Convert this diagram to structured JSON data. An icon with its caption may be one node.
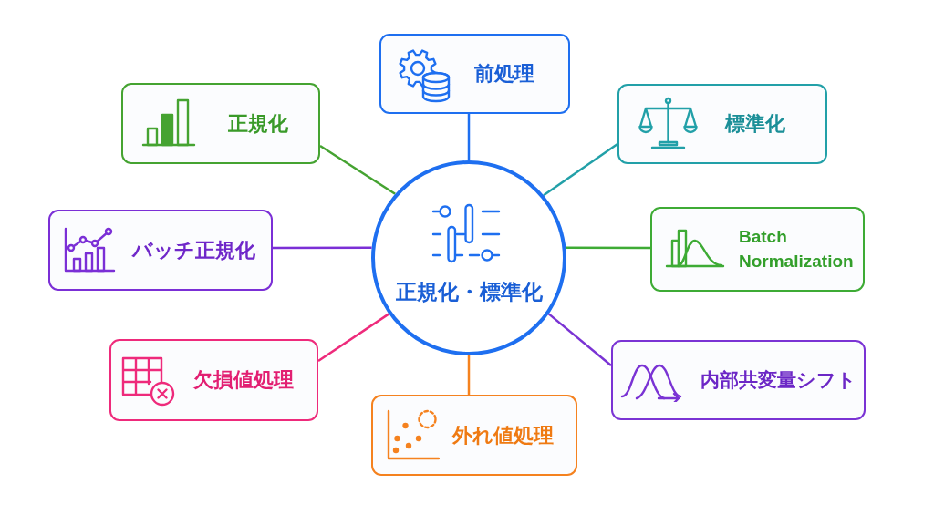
{
  "diagram": {
    "nodes": [
      {
        "text": [
          "前処理"
        ]
      },
      {
        "text": [
          "正規化"
        ]
      },
      {
        "text": [
          "標準化"
        ]
      },
      {
        "text": [
          "正規化・標準化"
        ]
      },
      {
        "text": [
          "バッチ正規化"
        ]
      },
      {
        "text": [
          "Batch Normalization"
        ]
      },
      {
        "text": [
          "欠損値処理"
        ]
      },
      {
        "text": [
          "内部共変量シフト"
        ]
      },
      {
        "text": [
          "外れ値処理"
        ]
      }
    ],
    "edges": [
      {
        "from": 3,
        "to": 0,
        "arrow": "none",
        "color": "#1e6ff0"
      },
      {
        "from": 3,
        "to": 1,
        "arrow": "none",
        "color": "#45a331"
      },
      {
        "from": 3,
        "to": 2,
        "arrow": "none",
        "color": "#22a0a8"
      },
      {
        "from": 3,
        "to": 4,
        "arrow": "none",
        "color": "#7b2fd6"
      },
      {
        "from": 3,
        "to": 5,
        "arrow": "none",
        "color": "#3eab35"
      },
      {
        "from": 3,
        "to": 6,
        "arrow": "none",
        "color": "#ee2a7b"
      },
      {
        "from": 3,
        "to": 7,
        "arrow": "none",
        "color": "#7a33d4"
      },
      {
        "from": 3,
        "to": 8,
        "arrow": "none",
        "color": "#f5821f"
      }
    ]
  }
}
